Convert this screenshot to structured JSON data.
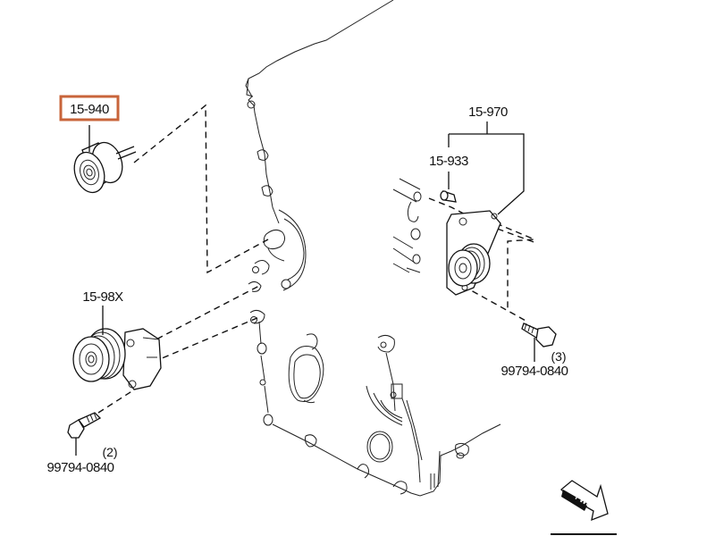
{
  "diagram": {
    "title": "Timing belt idler and tensioner assembly",
    "highlight_color": "#c8643a",
    "callouts": [
      {
        "id": "idler-pulley",
        "part_number": "15-940",
        "highlighted": true
      },
      {
        "id": "tensioner-assembly",
        "part_number": "15-970",
        "highlighted": false
      },
      {
        "id": "tensioner-stud",
        "part_number": "15-933",
        "highlighted": false
      },
      {
        "id": "auto-tensioner",
        "part_number": "15-98X",
        "highlighted": false
      },
      {
        "id": "bolt-left",
        "part_number": "99794-0840",
        "quantity": "(2)",
        "highlighted": false
      },
      {
        "id": "bolt-right",
        "part_number": "99794-0840",
        "quantity": "(3)",
        "highlighted": false
      }
    ],
    "direction_badge": {
      "text": "FWD",
      "icon": "forward-arrow-icon"
    }
  }
}
